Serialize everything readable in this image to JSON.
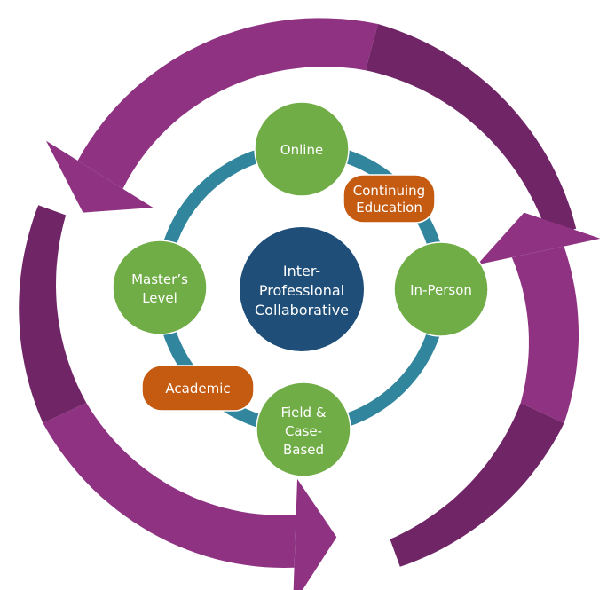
{
  "diagram": {
    "center": {
      "lines": [
        "Inter-",
        "Professional",
        "Collaborative"
      ]
    },
    "nodes": [
      {
        "id": "online",
        "lines": [
          "Online"
        ]
      },
      {
        "id": "in-person",
        "lines": [
          "In-Person"
        ]
      },
      {
        "id": "field-case-based",
        "lines": [
          "Field &",
          "Case-",
          "Based"
        ]
      },
      {
        "id": "masters-level",
        "lines": [
          "Master’s",
          "Level"
        ]
      }
    ],
    "pills": [
      {
        "id": "continuing-education",
        "lines": [
          "Continuing",
          "Education"
        ]
      },
      {
        "id": "academic",
        "lines": [
          "Academic"
        ]
      }
    ],
    "cycle_arrows": 3,
    "colors": {
      "arrow_light": "#8e3281",
      "arrow_dark": "#702566",
      "ring": "#31859c",
      "node_green": "#70ad47",
      "pill_orange": "#c55a11",
      "center_blue": "#1f4e79",
      "text": "#ffffff"
    }
  }
}
